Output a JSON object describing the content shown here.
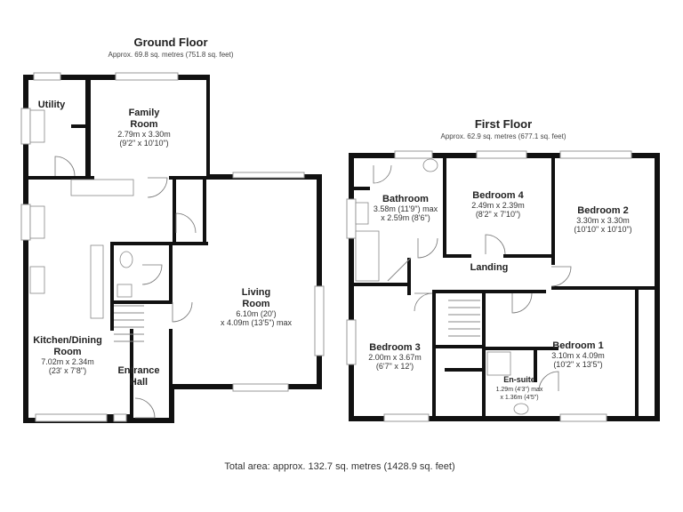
{
  "ground_floor": {
    "title": "Ground Floor",
    "area": "Approx. 69.8 sq. metres (751.8 sq. feet)",
    "rooms": {
      "utility": {
        "name": "Utility"
      },
      "family_room": {
        "name_1": "Family",
        "name_2": "Room",
        "dim_m": "2.79m x 3.30m",
        "dim_ft": "(9'2\" x 10'10\")"
      },
      "living_room": {
        "name_1": "Living",
        "name_2": "Room",
        "dim_m": "6.10m (20')",
        "dim_ft": "x 4.09m (13'5\") max"
      },
      "kitchen": {
        "name_1": "Kitchen/Dining",
        "name_2": "Room",
        "dim_m": "7.02m x 2.34m",
        "dim_ft": "(23' x 7'8\")"
      },
      "entrance_hall": {
        "name_1": "Entrance",
        "name_2": "Hall"
      }
    }
  },
  "first_floor": {
    "title": "First Floor",
    "area": "Approx. 62.9 sq. metres (677.1 sq. feet)",
    "rooms": {
      "bathroom": {
        "name": "Bathroom",
        "dim_m": "3.58m (11'9\") max",
        "dim_ft": "x 2.59m (8'6\")"
      },
      "bedroom4": {
        "name": "Bedroom 4",
        "dim_m": "2.49m x 2.39m",
        "dim_ft": "(8'2\" x 7'10\")"
      },
      "bedroom2": {
        "name": "Bedroom 2",
        "dim_m": "3.30m x 3.30m",
        "dim_ft": "(10'10\" x 10'10\")"
      },
      "landing": {
        "name": "Landing"
      },
      "bedroom3": {
        "name": "Bedroom 3",
        "dim_m": "2.00m x 3.67m",
        "dim_ft": "(6'7\" x 12')"
      },
      "bedroom1": {
        "name": "Bedroom 1",
        "dim_m": "3.10m x 4.09m",
        "dim_ft": "(10'2\" x 13'5\")"
      },
      "ensuite": {
        "name": "En-suite",
        "dim_m": "1.29m (4'3\") max",
        "dim_ft": "x 1.36m (4'5\")"
      }
    }
  },
  "total_area": "Total area: approx. 132.7 sq. metres (1428.9 sq. feet)"
}
